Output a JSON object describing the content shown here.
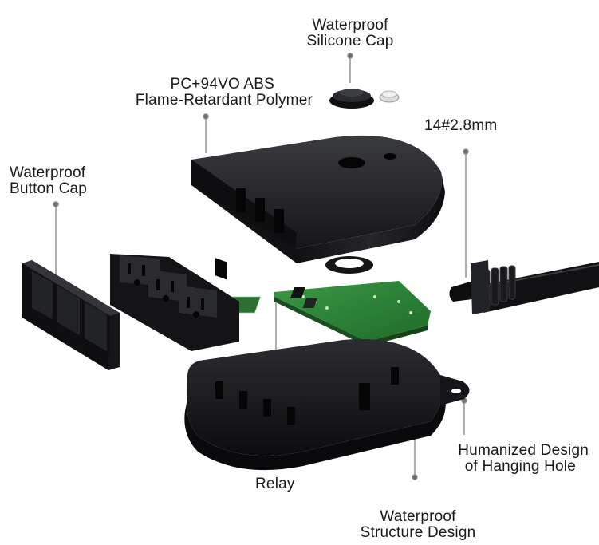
{
  "labels": {
    "silicone_cap": [
      "Waterproof",
      "Silicone Cap"
    ],
    "polymer": [
      "PC+94VO ABS",
      "Flame-Retardant Polymer"
    ],
    "cable_gauge": [
      "14#2.8mm"
    ],
    "button_cap": [
      "Waterproof",
      "Button Cap"
    ],
    "hanging_hole": [
      "Humanized Design",
      "of Hanging Hole"
    ],
    "relay": [
      "Relay"
    ],
    "structure": [
      "Waterproof",
      "Structure Design"
    ]
  },
  "colors": {
    "housing": "#1b1b1d",
    "housing_highlight": "#3a3b3f",
    "pcb": "#2f8a3a",
    "pcb_dark": "#1f5e27",
    "leader_line": "#8a8a8a",
    "leader_dot": "#6a6a6a",
    "text": "#1a1a1a"
  },
  "icons": {
    "top_cover": "top-cover-shell",
    "bottom_case": "bottom-case-shell",
    "outlets": "outlet-module",
    "button_cap": "button-cap-strip",
    "pcb": "relay-pcb",
    "gasket": "rubber-gasket-ring",
    "cable": "power-cable",
    "cap": "silicone-cap"
  }
}
